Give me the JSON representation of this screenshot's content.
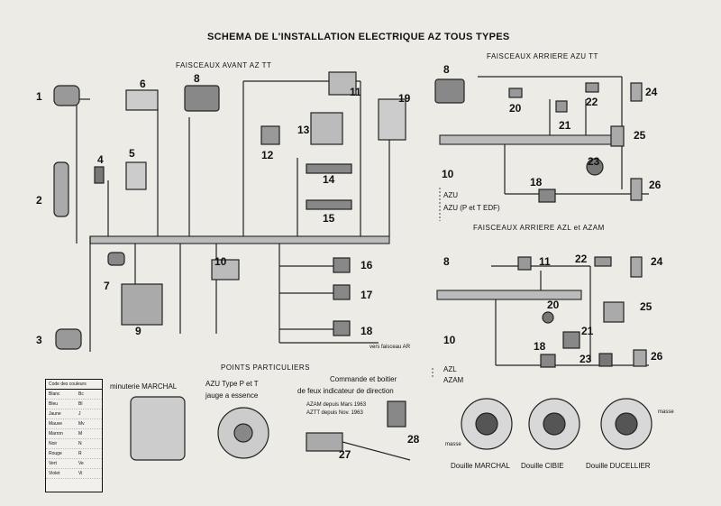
{
  "title": "SCHEMA DE L'INSTALLATION ELECTRIQUE AZ TOUS TYPES",
  "sections": {
    "front": "FAISCEAUX AVANT AZ TT",
    "rear_azu": "FAISCEAUX ARRIERE AZU TT",
    "rear_azl": "FAISCEAUX ARRIERE AZL et AZAM",
    "points": "POINTS PARTICULIERS"
  },
  "component_numbers": [
    "1",
    "2",
    "3",
    "4",
    "5",
    "6",
    "7",
    "8",
    "9",
    "10",
    "11",
    "12",
    "13",
    "14",
    "15",
    "16",
    "17",
    "18",
    "19",
    "8",
    "10",
    "18",
    "20",
    "21",
    "22",
    "23",
    "24",
    "25",
    "26",
    "8",
    "10",
    "11",
    "18",
    "20",
    "21",
    "22",
    "23",
    "24",
    "25",
    "26",
    "27",
    "28"
  ],
  "legend": {
    "header": "Code des couleurs",
    "rows": [
      [
        "Blanc",
        "Bc"
      ],
      [
        "Bleu",
        "Bl"
      ],
      [
        "Jaune",
        "J"
      ],
      [
        "Mauve",
        "Mv"
      ],
      [
        "Marron",
        "M"
      ],
      [
        "Noir",
        "N"
      ],
      [
        "Rouge",
        "R"
      ],
      [
        "Vert",
        "Ve"
      ],
      [
        "Violet",
        "Vi"
      ]
    ]
  },
  "rear_variants": {
    "azu": "AZU",
    "azu_edf": "AZU (P et T EDF)",
    "azl": "AZL",
    "azam": "AZAM"
  },
  "points_captions": {
    "marchal": "minuterie MARCHAL",
    "azu_pt": "AZU Type P et T",
    "jauge": "jauge a essence",
    "commande": "Commande et boitier",
    "commande2": "de feux indicateur de direction",
    "azam_date": "AZAM depuis Mars 1963",
    "aztt_date": "AZTT depuis Nov. 1963",
    "vers": "vers faisceau AR"
  },
  "sockets": {
    "marchal": "Douille MARCHAL",
    "cibie": "Douille CIBIE",
    "ducellier": "Douille DUCELLIER",
    "masse": "masse"
  }
}
